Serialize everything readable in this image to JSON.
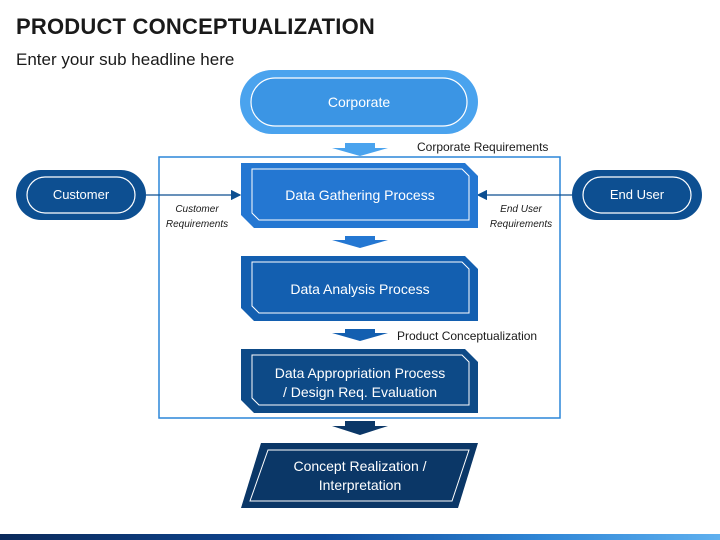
{
  "header": {
    "title": "PRODUCT CONCEPTUALIZATION",
    "subtitle": "Enter your sub headline here"
  },
  "diagram": {
    "corporate": "Corporate",
    "customer": "Customer",
    "end_user": "End User",
    "corporate_requirements": "Corporate Requirements",
    "customer_requirements_line1": "Customer",
    "customer_requirements_line2": "Requirements",
    "end_user_requirements_line1": "End User",
    "end_user_requirements_line2": "Requirements",
    "data_gathering": "Data Gathering Process",
    "data_analysis": "Data Analysis Process",
    "product_conceptualization_label": "Product Conceptualization",
    "data_appropriation_line1": "Data Appropriation Process",
    "data_appropriation_line2": "/ Design Req. Evaluation",
    "concept_realization_line1": "Concept Realization /",
    "concept_realization_line2": "Interpretation"
  },
  "colors": {
    "light_blue": "#4aa3ee",
    "mid_blue": "#1f6fc7",
    "dark_blue": "#0d4f91",
    "navy": "#0b3767",
    "outline_blue": "#3b8fdb"
  }
}
